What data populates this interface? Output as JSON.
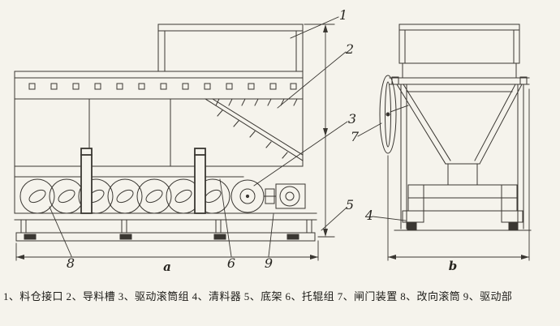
{
  "page": {
    "paper_color": "#f5f3ec",
    "ink_color": "#3a3732"
  },
  "labels": {
    "n1": "1",
    "n2": "2",
    "n3": "3",
    "n4": "4",
    "n5": "5",
    "n6": "6",
    "n7": "7",
    "n8": "8",
    "n9": "9",
    "dim_a": "a",
    "dim_b": "b"
  },
  "legend": {
    "text": "1、料仓接口 2、导料槽 3、驱动滚筒组 4、清料器 5、底架 6、托辊组 7、闸门装置 8、改向滚筒 9、驱动部",
    "items": [
      {
        "num": "1",
        "name": "料仓接口"
      },
      {
        "num": "2",
        "name": "导料槽"
      },
      {
        "num": "3",
        "name": "驱动滚筒组"
      },
      {
        "num": "4",
        "name": "清料器"
      },
      {
        "num": "5",
        "name": "底架"
      },
      {
        "num": "6",
        "name": "托辊组"
      },
      {
        "num": "7",
        "name": "闸门装置"
      },
      {
        "num": "8",
        "name": "改向滚筒"
      },
      {
        "num": "9",
        "name": "驱动部"
      }
    ]
  }
}
